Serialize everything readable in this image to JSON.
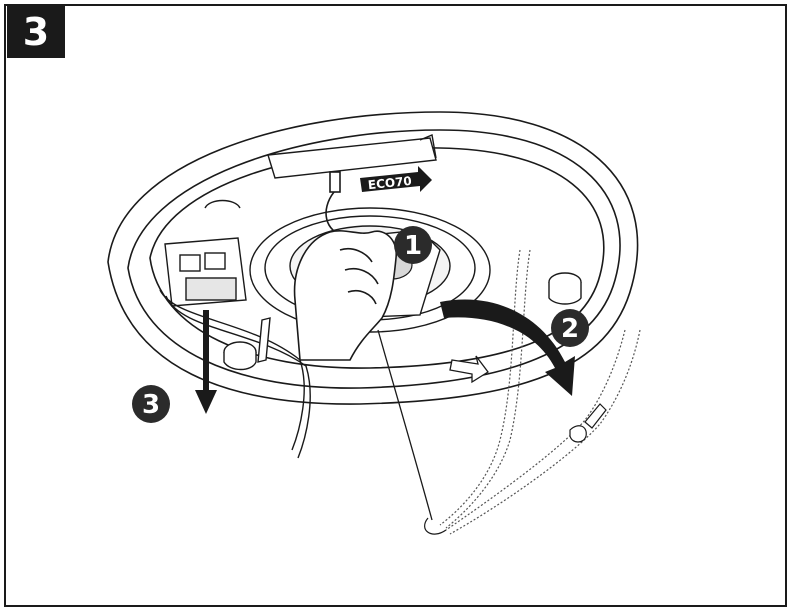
{
  "step": {
    "number": "3"
  },
  "callouts": [
    {
      "id": "1",
      "label": "1"
    },
    {
      "id": "2",
      "label": "2"
    },
    {
      "id": "3",
      "label": "3"
    }
  ],
  "bracket_label": "ECO70",
  "colors": {
    "ink": "#1a1a1a",
    "paper": "#ffffff",
    "callout": "#2b2b2b"
  }
}
